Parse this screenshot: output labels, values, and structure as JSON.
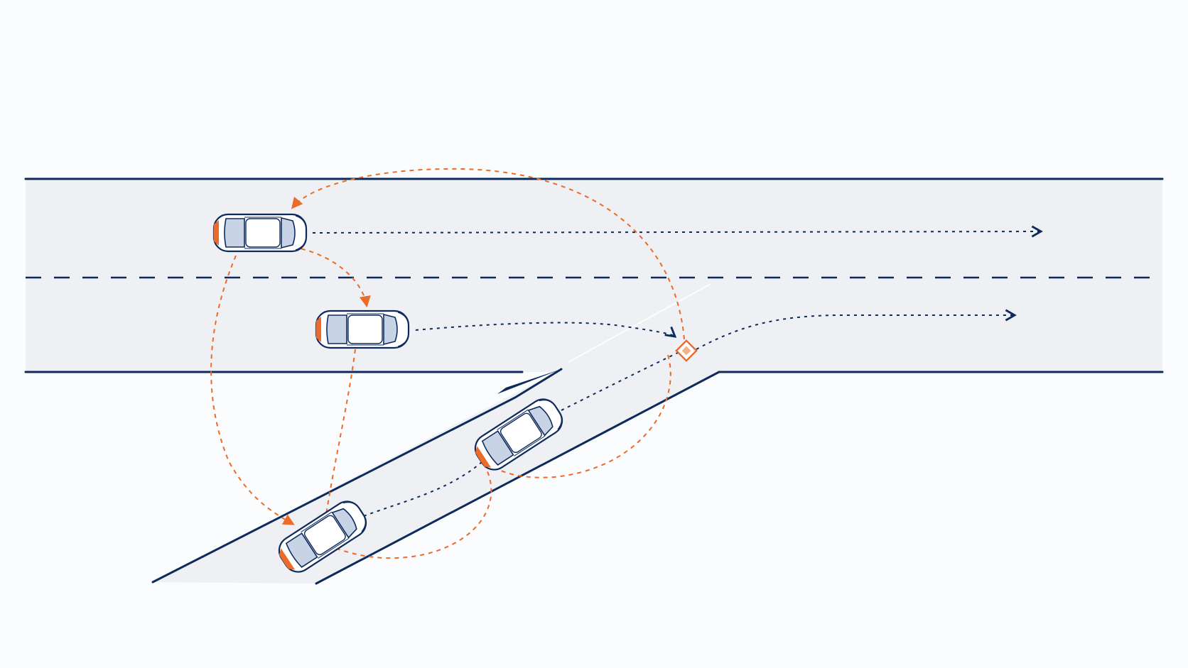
{
  "diagram": {
    "colors": {
      "road": "#eef0f4",
      "edge": "#0e2a5c",
      "navy_path": "#0e2a5c",
      "orange_path": "#ec6a2a",
      "car_glass": "#c9d3e6",
      "car_accent": "#ec6a2a"
    },
    "cars": [
      {
        "id": "car-upper-lane",
        "heading": "east"
      },
      {
        "id": "car-lower-lane",
        "heading": "east"
      },
      {
        "id": "car-ramp-front",
        "heading": "north-east"
      },
      {
        "id": "car-ramp-rear",
        "heading": "north-east"
      }
    ],
    "trajectory_style": "dotted navy with arrowheads",
    "interaction_style": "dashed orange arcs with arrowheads",
    "merge_marker": "diamond"
  }
}
